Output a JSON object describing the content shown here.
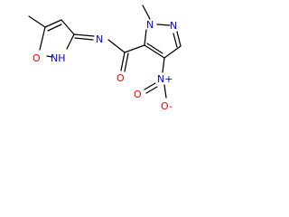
{
  "molecule": {
    "atoms": [
      {
        "id": "ring1-N",
        "label": "N",
        "color": "#0000ff"
      },
      {
        "id": "ring1-NH",
        "label": "NH",
        "color": "#0000ff"
      },
      {
        "id": "ring1-O",
        "label": "O",
        "color": "#ff0000"
      },
      {
        "id": "amide-N",
        "label": "N",
        "color": "#0000ff"
      },
      {
        "id": "amide-O",
        "label": "O",
        "color": "#ff0000"
      },
      {
        "id": "pyrazole-N1",
        "label": "N",
        "color": "#0000ff"
      },
      {
        "id": "pyrazole-N2",
        "label": "N",
        "color": "#0000ff"
      },
      {
        "id": "nitro-N",
        "label": "N+",
        "color": "#0000ff"
      },
      {
        "id": "nitro-O1",
        "label": "O",
        "color": "#ff0000"
      },
      {
        "id": "nitro-O2",
        "label": "O-",
        "color": "#ff0000"
      }
    ],
    "bond_color": "#000000"
  }
}
